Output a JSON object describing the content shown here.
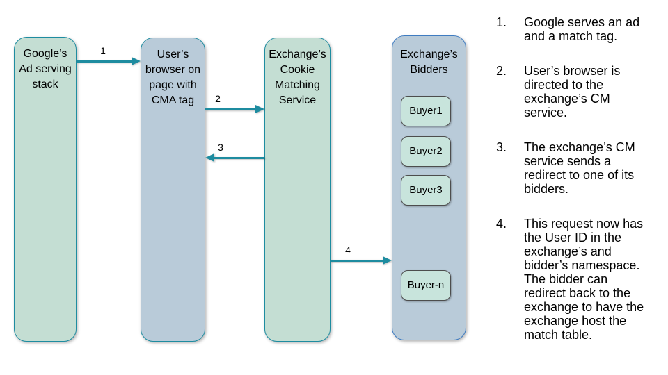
{
  "diagram": {
    "nodes": [
      {
        "id": "google-ad-stack",
        "label": "Google’s Ad serving stack"
      },
      {
        "id": "user-browser",
        "label": "User’s browser on page with CMA tag"
      },
      {
        "id": "cm-service",
        "label": "Exchange’s Cookie Matching Service"
      },
      {
        "id": "bidders",
        "label": "Exchange’s Bidders"
      }
    ],
    "buyers": [
      "Buyer1",
      "Buyer2",
      "Buyer3",
      "Buyer-n"
    ],
    "arrow_labels": [
      "1",
      "2",
      "3",
      "4"
    ]
  },
  "notes": {
    "items": [
      {
        "num": "1.",
        "text": "Google serves an ad and a match tag."
      },
      {
        "num": "2.",
        "text": "User’s browser is directed to the exchange’s CM service."
      },
      {
        "num": "3.",
        "text": "The exchange’s CM service sends a redirect to one of its bidders."
      },
      {
        "num": "4.",
        "text": "This request now has the User ID in the exchange’s and bidder’s namespace. The bidder can redirect back to the exchange to have the exchange host the match table."
      }
    ]
  },
  "colors": {
    "teal_stroke": "#1e8ca0",
    "green_fill": "#c4ded3",
    "blue_fill": "#b9cbd9",
    "bidders_border": "#3f7cc1",
    "buyer_fill": "#c8e4dc",
    "buyer_border": "#4d4d4d",
    "text": "#000000",
    "background": "#ffffff"
  }
}
